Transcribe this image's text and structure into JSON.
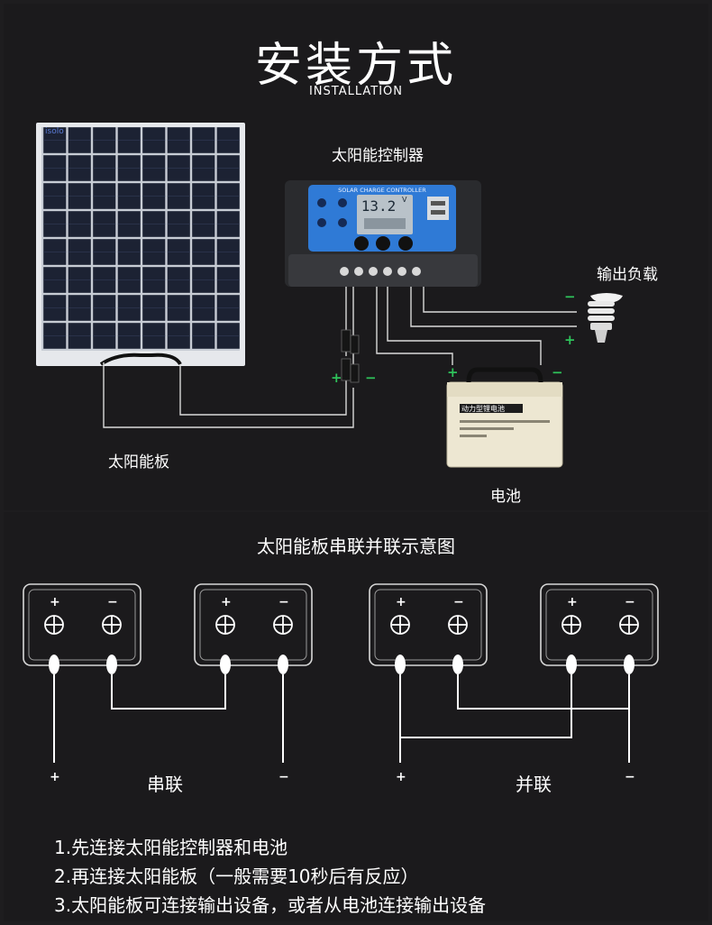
{
  "header": {
    "title": "安装方式",
    "subtitle": "INSTALLATION"
  },
  "components": {
    "solar_panel": "太阳能板",
    "controller": "太阳能控制器",
    "controller_screen_banner": "SOLAR CHARGE CONTROLLER",
    "controller_display": "13.2",
    "controller_display_unit": "V",
    "load": "输出负载",
    "battery": "电池",
    "battery_brand": "动力型锂电池",
    "panel_brand": "isolo"
  },
  "polarity": {
    "plus": "+",
    "minus": "−"
  },
  "wiring_diagram": {
    "title": "太阳能板串联并联示意图",
    "series_label": "串联",
    "parallel_label": "并联"
  },
  "instructions": [
    "1.先连接太阳能控制器和电池",
    "2.再连接太阳能板（一般需要10秒后有反应）",
    "3.太阳能板可连接输出设备，或者从电池连接输出设备"
  ],
  "colors": {
    "background": "#1b1a1c",
    "controller_face": "#2f7ad6",
    "controller_body": "#2a2b2e",
    "accent_green": "#2ec25a",
    "panel_cell": "#1c2233",
    "battery_body": "#ede7d2"
  }
}
